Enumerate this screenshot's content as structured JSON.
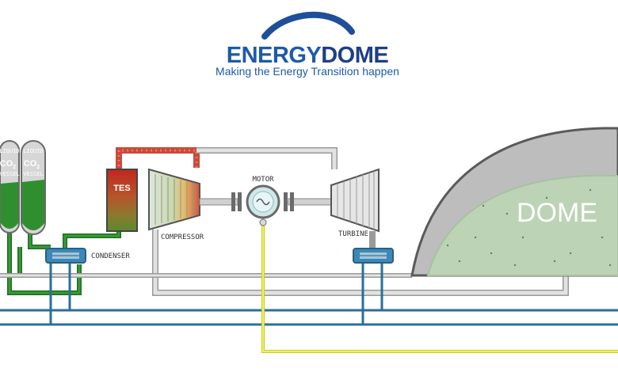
{
  "logo": {
    "brand_part1": "ENERGY",
    "brand_part2": "DOME",
    "tagline": "Making the Energy Transition happen"
  },
  "components": {
    "vessel_1": {
      "line1": "LIQUID",
      "line2": "CO",
      "sub": "2",
      "line3": "VESSEL"
    },
    "vessel_2": {
      "line1": "LIQUID",
      "line2": "CO",
      "sub": "2",
      "line3": "VESSEL"
    },
    "tes": "TES",
    "condenser": "CONDENSER",
    "compressor": "COMPRESSOR",
    "motor": "MOTOR",
    "turbine": "TURBINE",
    "dome": "DOME"
  },
  "colors": {
    "brand_blue": "#1e5aa8",
    "pipe_gray": "#c8c8c8",
    "pipe_green": "#2f8f2f",
    "pipe_blue": "#2a6f9a",
    "pipe_red": "#c94a3a",
    "pipe_yellow": "#e8e840",
    "dome_fill": "#bcd3b6"
  }
}
